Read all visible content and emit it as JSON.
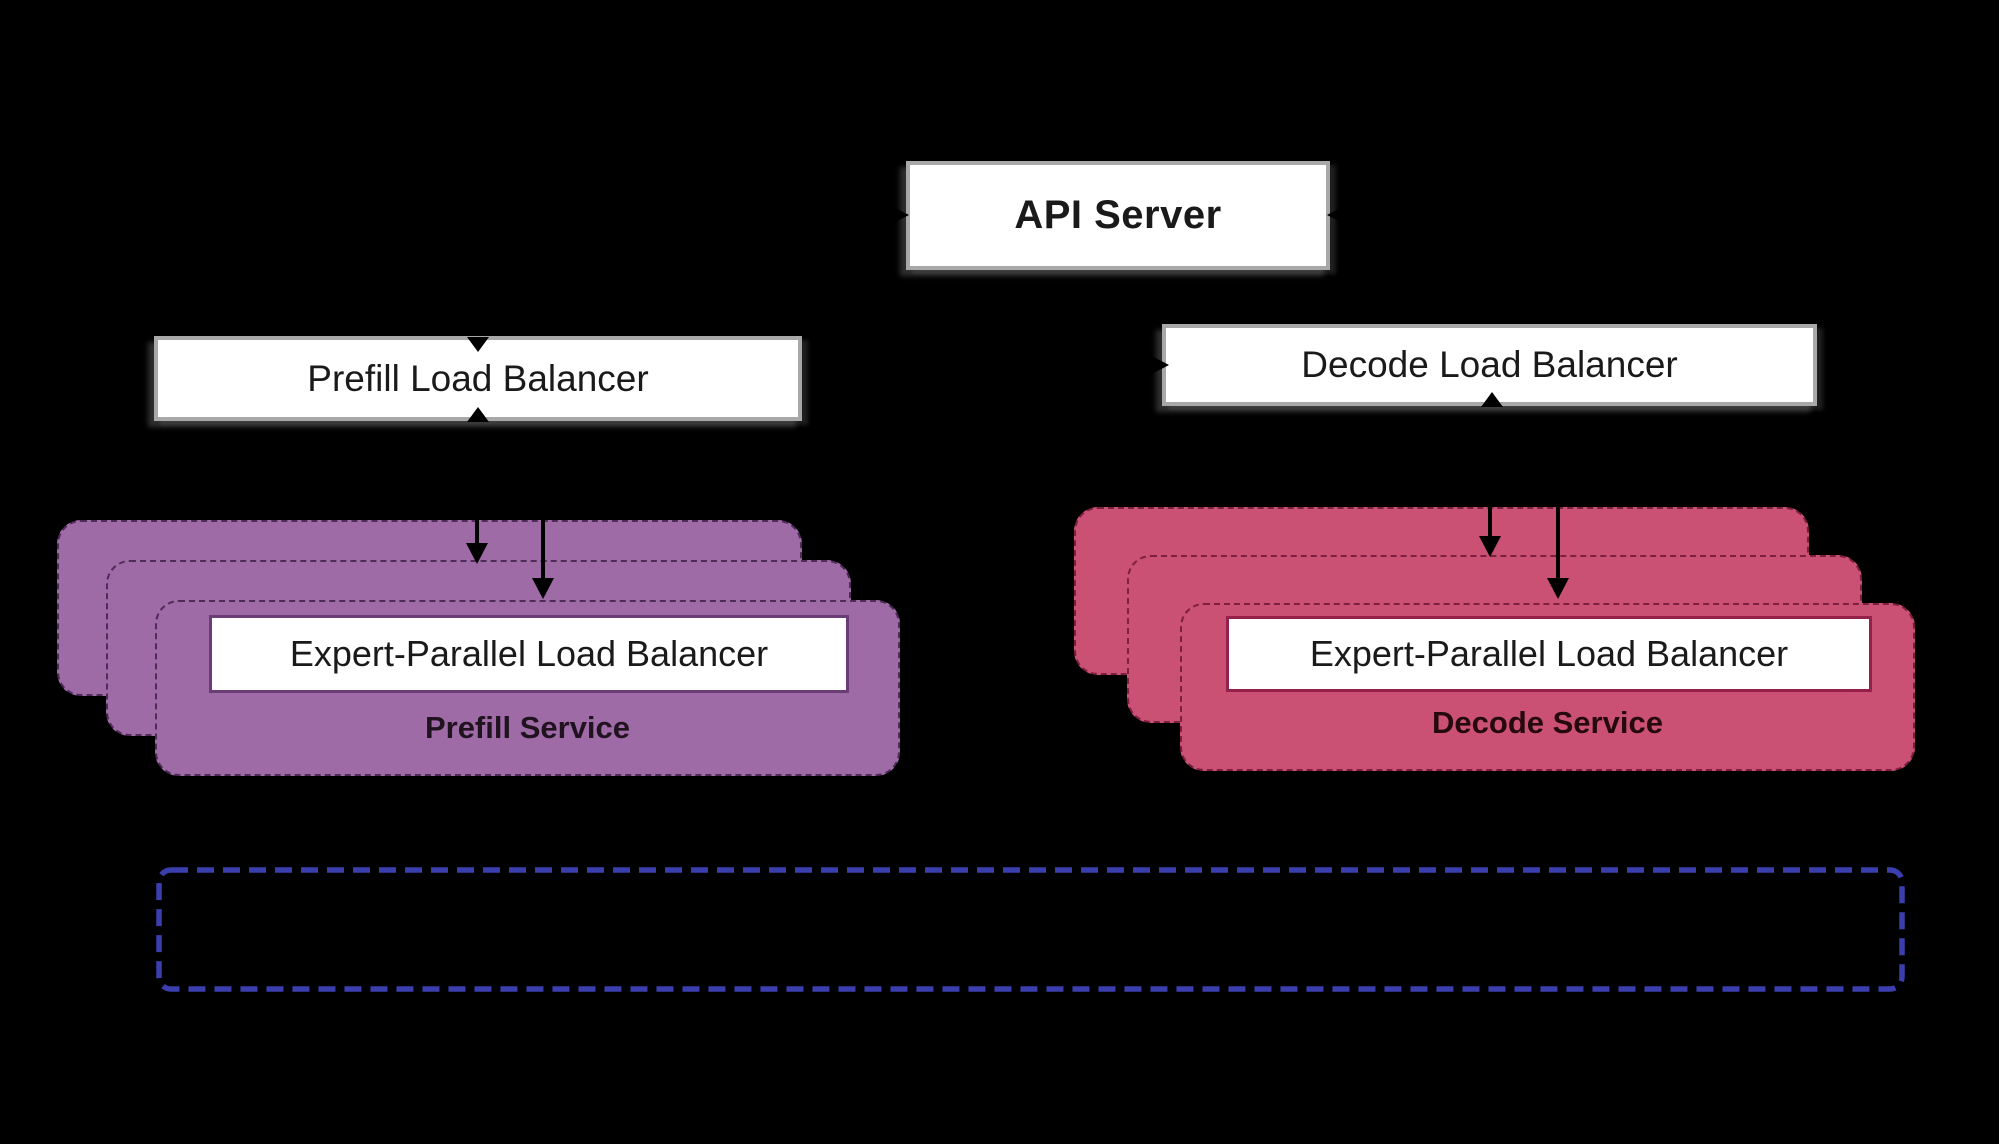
{
  "nodes": {
    "api_server": {
      "label": "API Server"
    },
    "prefill_lb": {
      "label": "Prefill Load Balancer"
    },
    "decode_lb": {
      "label": "Decode Load Balancer"
    },
    "prefill_service": {
      "eplb_label": "Expert-Parallel Load Balancer",
      "service_label": "Prefill Service",
      "replicas": 3
    },
    "decode_service": {
      "eplb_label": "Expert-Parallel Load Balancer",
      "service_label": "Decode Service",
      "replicas": 3
    }
  },
  "colors": {
    "background": "#000000",
    "box_fill": "#ffffff",
    "box_border": "#a8a8a8",
    "text": "#1a1a1a",
    "arrow": "#000000",
    "prefill_fill": "#9e6ba7",
    "prefill_border": "#4f2b57",
    "prefill_inner_border": "#6b3d75",
    "decode_fill": "#cb5174",
    "decode_border": "#7d1f3f",
    "decode_inner_border": "#95204a",
    "boundary_border": "#3b3fae"
  }
}
